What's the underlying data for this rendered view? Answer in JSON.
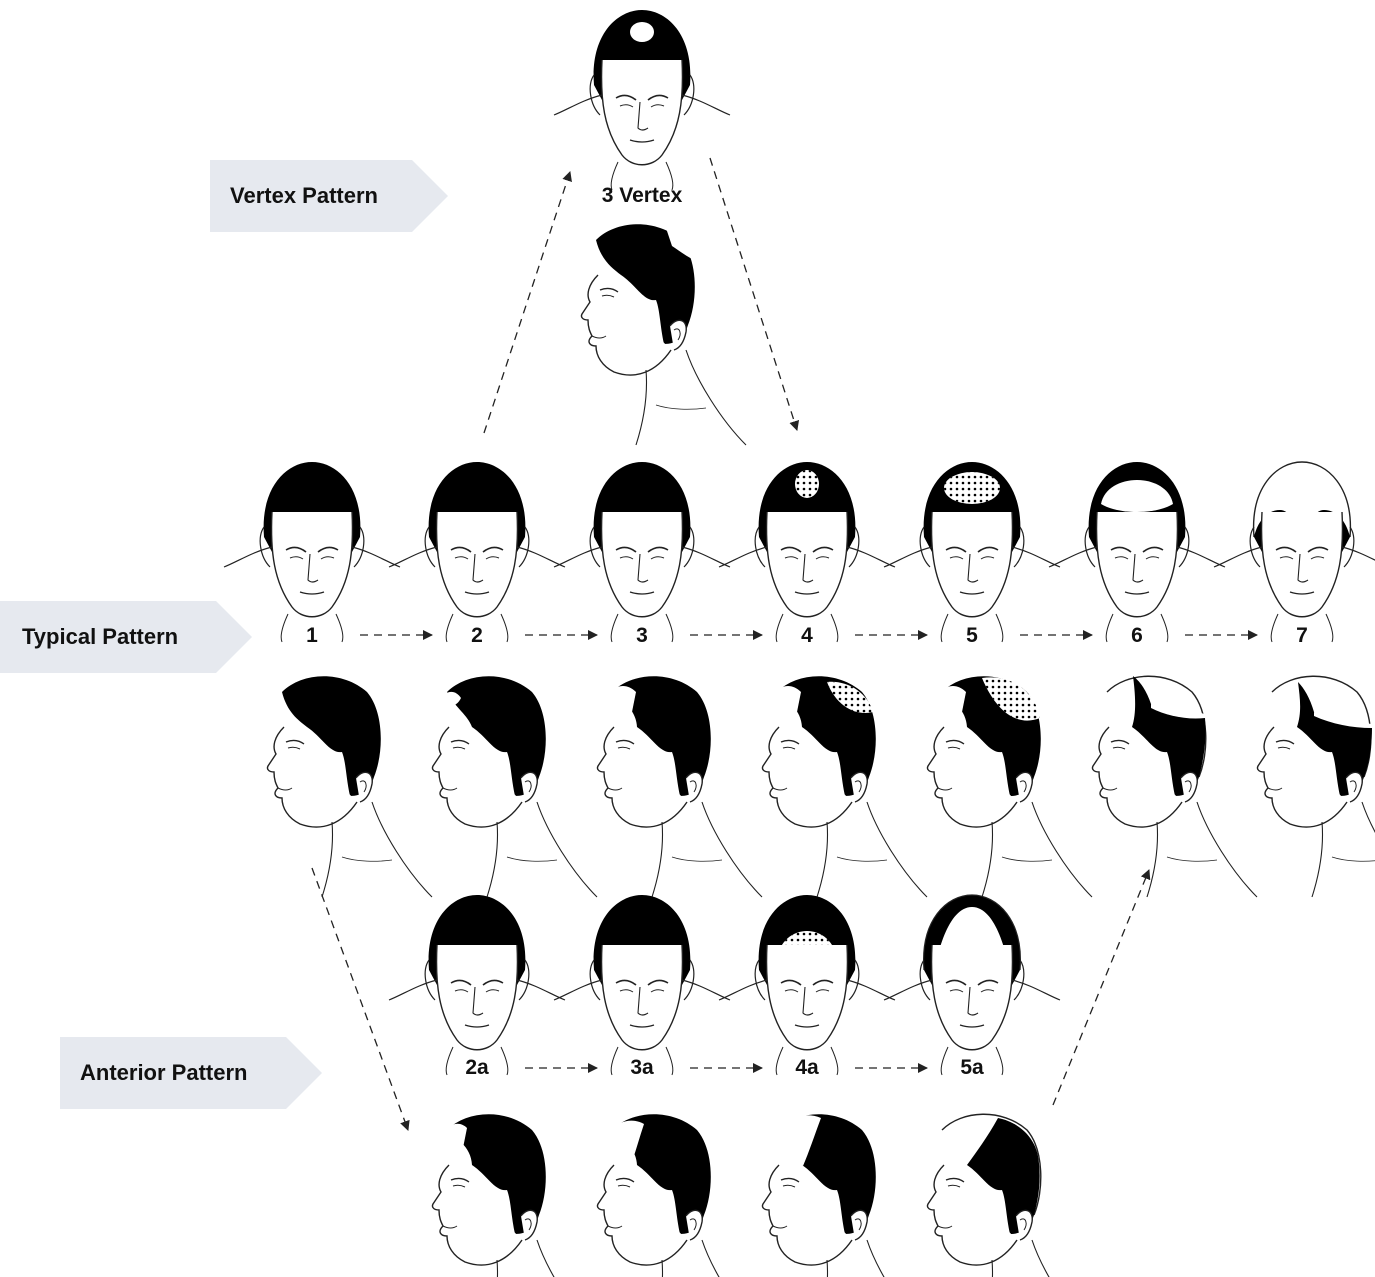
{
  "patterns": {
    "vertex": "Vertex Pattern",
    "typical": "Typical Pattern",
    "anterior": "Anterior Pattern"
  },
  "stages": {
    "vertex": [
      "3 Vertex"
    ],
    "typical": [
      "1",
      "2",
      "3",
      "4",
      "5",
      "6",
      "7"
    ],
    "anterior": [
      "2a",
      "3a",
      "4a",
      "5a"
    ]
  },
  "colors": {
    "tag_bg": "#e6e9ef",
    "hair": "#000000",
    "line": "#222222",
    "text": "#111111"
  }
}
